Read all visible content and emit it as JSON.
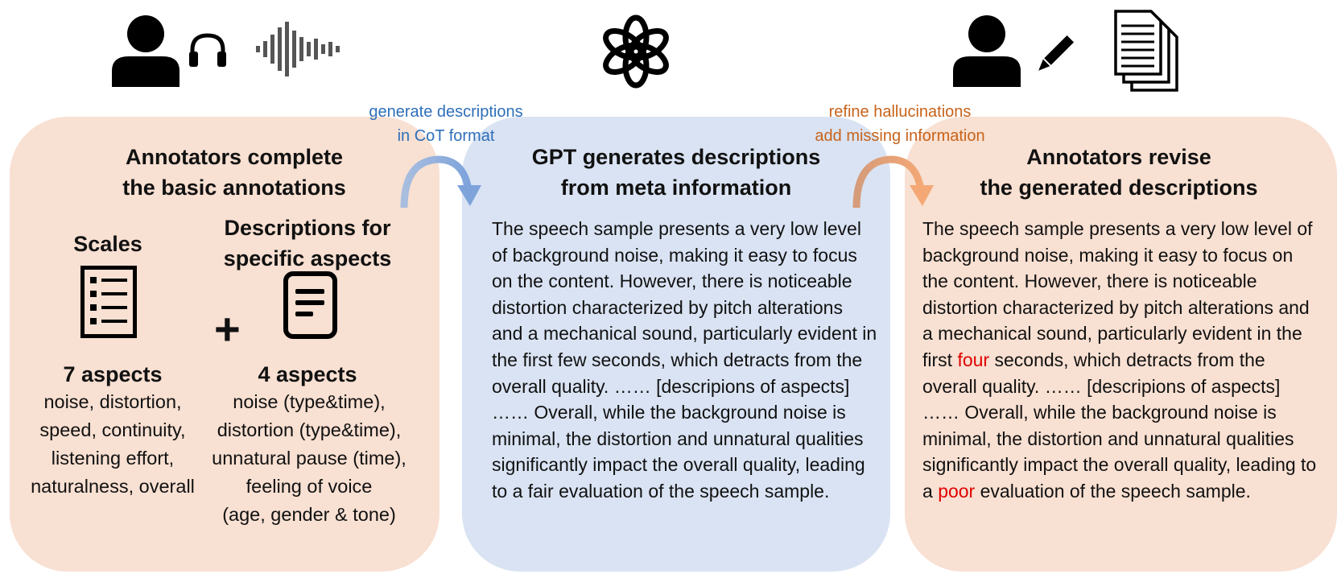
{
  "stage1": {
    "title_lines": [
      "Annotators complete",
      "the basic annotations"
    ],
    "scales": {
      "heading": "Scales",
      "count": "7 aspects",
      "items": [
        "noise, distortion,",
        "speed, continuity,",
        "listening effort,",
        "naturalness, overall"
      ]
    },
    "plus": "+",
    "descriptions": {
      "heading_lines": [
        "Descriptions for",
        "specific aspects"
      ],
      "count": "4 aspects",
      "items": [
        "noise (type&time),",
        "distortion (type&time),",
        "unnatural pause (time),",
        "feeling of voice",
        "(age, gender & tone)"
      ]
    }
  },
  "arrow1": {
    "label_lines": [
      "generate descriptions",
      "in CoT format"
    ]
  },
  "stage2": {
    "title_lines": [
      "GPT generates descriptions",
      "from meta information"
    ],
    "body": "The speech sample presents a very low level of background noise, making it easy to focus on the content. However, there is noticeable distortion characterized by pitch alterations and a mechanical sound, particularly evident in the first few seconds, which detracts from the overall quality. …… [descripions of aspects] …… Overall, while the background noise is minimal, the distortion and unnatural qualities significantly impact the overall quality, leading to a fair evaluation of the speech sample."
  },
  "arrow2": {
    "label_lines": [
      "refine hallucinations",
      "add missing information"
    ]
  },
  "stage3": {
    "title_lines": [
      "Annotators revise",
      "the generated descriptions"
    ],
    "body_part1": "The speech sample presents a very low level of background noise, making it easy to focus on the content. However, there is noticeable distortion characterized by pitch alterations and a mechanical sound, particularly evident in the first ",
    "highlight1": "four",
    "body_part2": " seconds, which detracts from the overall quality. …… [descripions of aspects] …… Overall, while the background noise is minimal, the distortion and unnatural qualities significantly impact the overall quality, leading to a ",
    "highlight2": "poor",
    "body_part3": " evaluation of the speech sample."
  },
  "colors": {
    "annotator_panel": "#f8e0d2",
    "gpt_panel": "#d9e3f3",
    "arrow_label_blue": "#2e6fba",
    "arrow_label_orange": "#c8631a",
    "revision_highlight": "#e00000"
  },
  "icons": [
    "person-icon",
    "headphones-icon",
    "sound-wave-icon",
    "openai-logo-icon",
    "pencil-icon",
    "documents-icon",
    "checklist-icon",
    "document-icon"
  ]
}
